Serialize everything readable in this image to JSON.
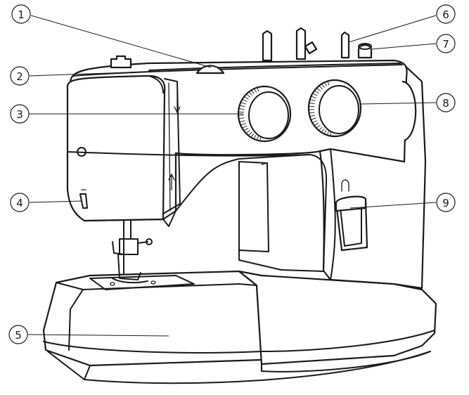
{
  "callouts": [
    {
      "id": "1",
      "label": "1"
    },
    {
      "id": "2",
      "label": "2"
    },
    {
      "id": "3",
      "label": "3"
    },
    {
      "id": "4",
      "label": "4"
    },
    {
      "id": "5",
      "label": "5"
    },
    {
      "id": "6",
      "label": "6"
    },
    {
      "id": "7",
      "label": "7"
    },
    {
      "id": "8",
      "label": "8"
    },
    {
      "id": "9",
      "label": "9"
    }
  ],
  "colors": {
    "line": "#1a1a1a",
    "background": "#ffffff"
  },
  "icons": [
    "thread-arrow-down-icon",
    "thread-arrow-up-icon",
    "bobbin-winder-hook-icon"
  ]
}
